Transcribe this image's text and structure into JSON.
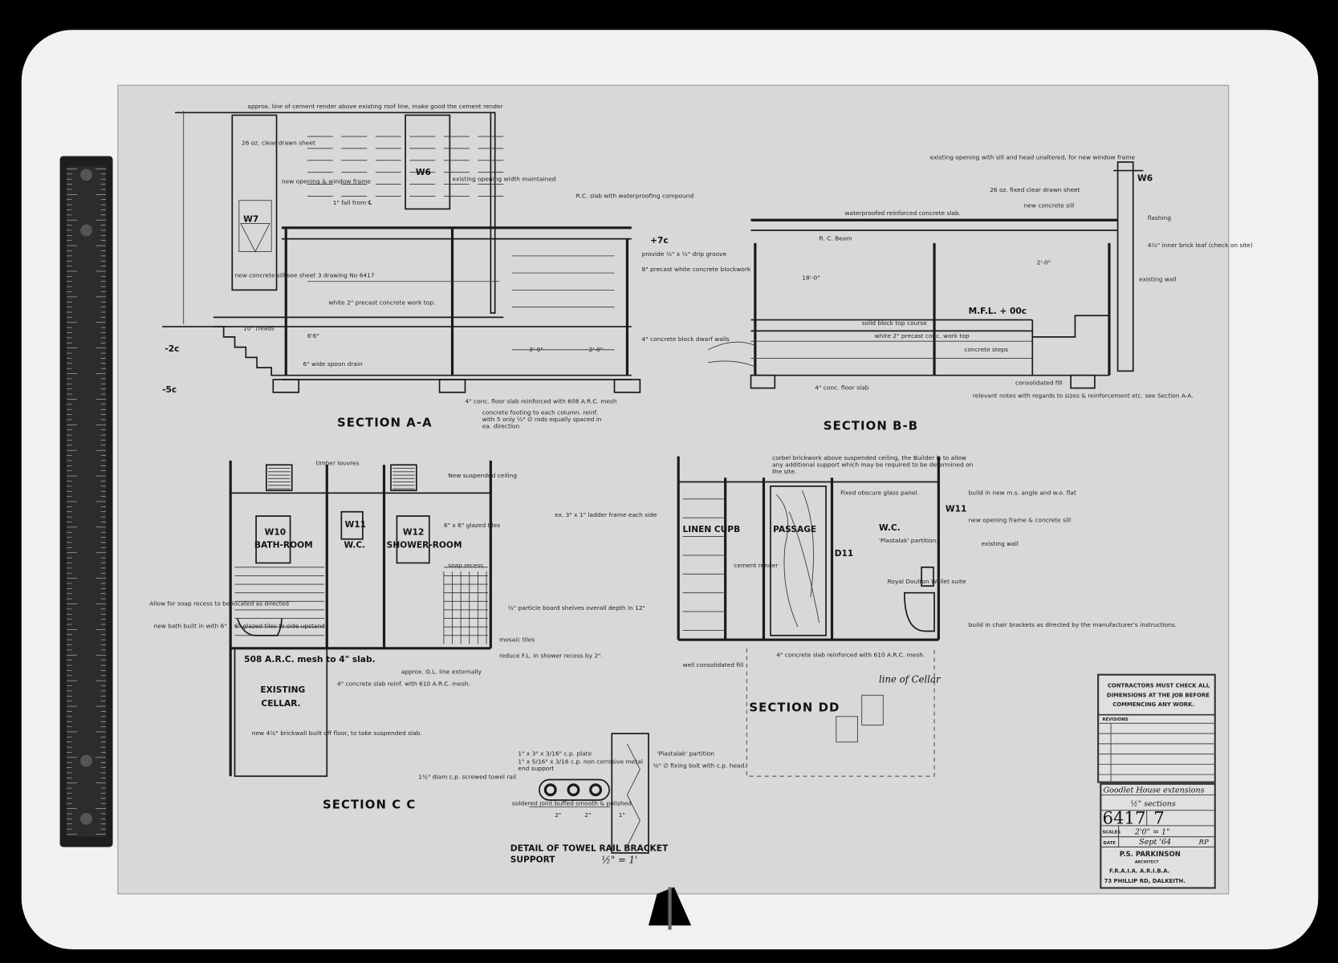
{
  "colors": {
    "background": "#000000",
    "photo_frame": "#f1f1f1",
    "paper": "#d8d8d8",
    "ink": "#1a1a1a",
    "ruler": "#1e1e1e"
  },
  "sections": {
    "aa": "SECTION A-A",
    "bb": "SECTION B-B",
    "cc": "SECTION C C",
    "dd": "SECTION DD",
    "detail_line1": "DETAIL OF TOWEL RAIL BRACKET",
    "detail_line2": "SUPPORT",
    "detail_scale": "½\" = 1'"
  },
  "windows": {
    "w7": "W7",
    "w6_a": "W6",
    "w6_b": "W6",
    "w10": "W10",
    "w11_a": "W11",
    "w12": "W12",
    "w11_b": "W11",
    "d11": "D11"
  },
  "rooms": {
    "bathroom": "BATH-ROOM",
    "wc": "W.C.",
    "shower": "SHOWER-ROOM",
    "existing_cellar_1": "EXISTING",
    "existing_cellar_2": "CELLAR.",
    "linen": "LINEN CUPB",
    "passage": "PASSAGE",
    "wc2": "W.C."
  },
  "notes": {
    "a1": "approx. line of cement render above existing roof line, make good the cement render",
    "a2": "26 oz. clear drawn sheet",
    "a3": "new opening & window frame",
    "a4": "existing opening width maintained",
    "a5": "1\" fall from ℄",
    "a6": "R.C. slab with waterproofing compound",
    "a7": "provide ½\" x ½\" drip groove",
    "a8": "8\" precast white concrete blockwork",
    "a9": "white 2\" precast concrete work top.",
    "a10": "new concrete sill see sheet 3 drawing No 6417",
    "a11": "10\" treads",
    "a12": "4\" concrete block dwarf walls",
    "a13": "6\" wide spoon drain",
    "a14": "4\" conc. floor slab reinforced with 608 A.R.C. mesh",
    "a15": "concrete footing to each column. reinf. with 5 only ½\" ∅ rods equally spaced in ea. direction",
    "a16": "6'6\"",
    "a17": "3'-0\"",
    "a18": "2'-0\"",
    "a19": "-2c",
    "a20": "-5c",
    "a21": "+7c",
    "b1": "waterproofed reinforced concrete slab.",
    "b2": "R. C. Beam",
    "b3": "existing opening with sill and head unaltered, for new window frame",
    "b4": "26 oz. fixed clear drawn sheet",
    "b5": "new concrete sill",
    "b6": "flashing",
    "b7": "4½\" inner brick leaf (check on site)",
    "b8": "existing wall",
    "b9": "M.F.L. + 00c",
    "b10": "white 2\" precast conc. work top",
    "b11": "concrete steps",
    "b12": "consolidated fill",
    "b13": "solid block top course",
    "b14": "4\" conc. floor slab",
    "b15": "relevant notes with regards to sizes & reinforcement etc. see Section A-A.",
    "b16": "18'-0\"",
    "b17": "2'-0\"",
    "c1": "timber louvres",
    "c2": "New suspended ceiling",
    "c3": "6\" x 6\" glazed tiles",
    "c4": "soap recess",
    "c5": "508 A.R.C. mesh to 4\" slab.",
    "c6": "4\" concrete slab reinf. with 610 A.R.C. mesh.",
    "c7": "approx. G.L. line externally",
    "c8": "reduce F.L. in shower recess by 2\".",
    "c9": "mosaic tiles",
    "c10": "new 4½\" brickwall built off floor, to take suspended slab.",
    "c11": "Allow for soap recess to be located as directed",
    "c12": "new bath built in with 6\" x 6\" glazed tiles to side upstand",
    "d1": "corbel brickwork above suspended ceiling, the Builder is to allow any additional support which may be required to be determined on the site.",
    "d2": "Fixed obscure glass panel.",
    "d3": "build in new m.s. angle and w.o. flat",
    "d4": "new opening frame & concrete sill",
    "d5": "existing wall",
    "d6": "'Plastalak' partition.",
    "d7": "Royal Doulton Wallet suite",
    "d8": "build in chair brackets as directed by the manufacturer's instructions.",
    "d9": "4\" concrete slab reinforced with 610 A.R.C. mesh.",
    "d10": "well consolidated fill",
    "d11": "½\" particle board shelves overall depth in 12\"",
    "d12": "ex. 3\" x 1\" ladder frame each side",
    "d13": "line of Cellar",
    "d14": "cement render",
    "t1": "1\" x 3\" x 3/16\" c.p. plate",
    "t2": "1\" x 5/16\" x 3/16 c.p. non corrosive metal end support",
    "t3": "1½\" diam c.p. screwed towel rail",
    "t4": "soldered joint buffed smooth & polished",
    "t5": "'Plastalak' partition",
    "t6": "⅜\" ∅ fixing bolt with c.p. head.",
    "t7": "2\"",
    "t8": "2\"",
    "t9": "1\""
  },
  "title_block": {
    "warning_1": "CONTRACTORS MUST CHECK ALL",
    "warning_2": "DIMENSIONS AT THE JOB BEFORE",
    "warning_3": "COMMENCING ANY WORK.",
    "revisions": "REVISIONS",
    "project": "Goodlet House extensions",
    "sheet_title": "½\" sections",
    "drawing_no": "6417",
    "sheet_no": "7",
    "scales_label": "SCALES",
    "scale": "2'0\" = 1\"",
    "date_label": "DATE",
    "date": "Sept '64",
    "initials": "RP",
    "architect": "P.S. PARKINSON",
    "architect_role": "ARCHITECT",
    "qualifications": "F.R.A.I.A.   A.R.I.B.A.",
    "address": "73 PHILLIP RD, DALKEITH."
  }
}
